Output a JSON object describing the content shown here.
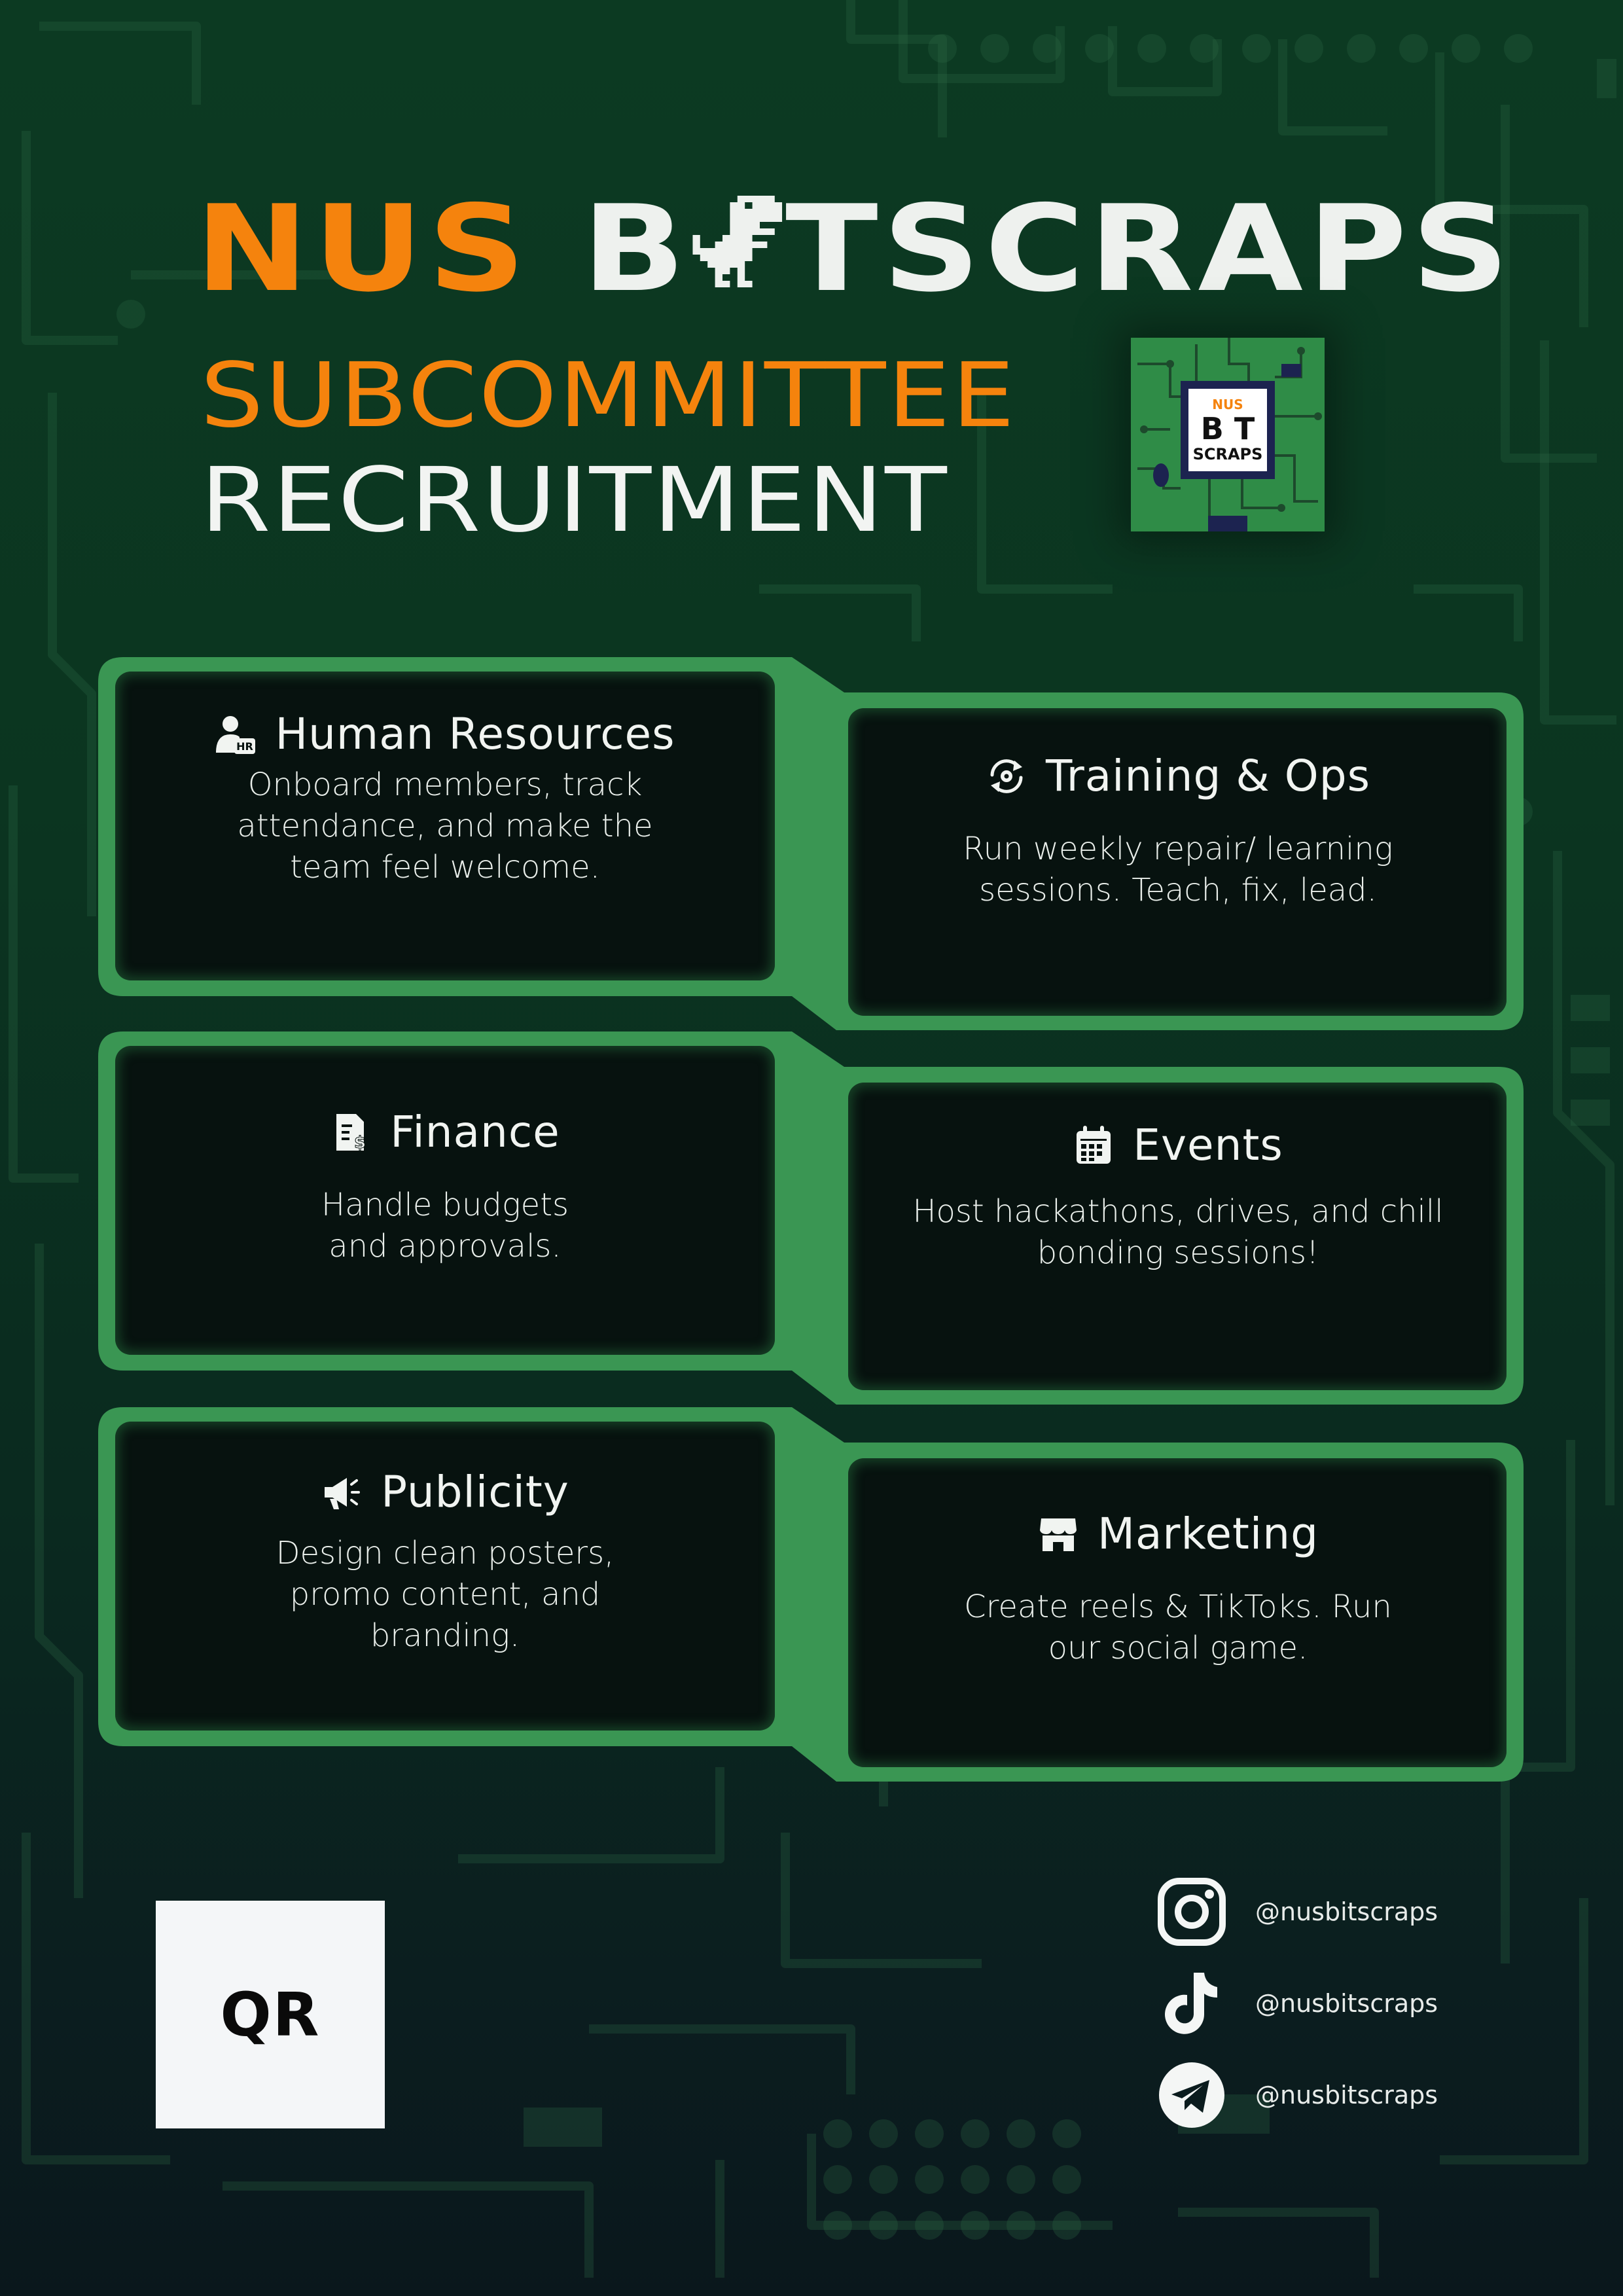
{
  "colors": {
    "accent_orange": "#f5830d",
    "card_green": "#3a9653",
    "card_dark": "#07120f",
    "text_light": "#f1f4f1"
  },
  "header": {
    "title_prefix": "NUS",
    "title_brand_part1": "B",
    "title_brand_icon": "pixel-dino-icon",
    "title_brand_part2": "TSCRAPS",
    "subtitle_line1": "SUBCOMMITTEE",
    "subtitle_line2": "RECRUITMENT"
  },
  "logo": {
    "nus": "NUS",
    "bit": "B T",
    "scraps": "SCRAPS",
    "icon": "circuit-board-logo"
  },
  "cards": [
    {
      "title": "Human Resources",
      "icon": "hr-person-icon",
      "description": "Onboard members, track attendance, and make the team feel welcome."
    },
    {
      "title": "Training & Ops",
      "icon": "refresh-gear-icon",
      "description": "Run weekly repair/ learning sessions. Teach, fix, lead."
    },
    {
      "title": "Finance",
      "icon": "invoice-dollar-icon",
      "description": "Handle budgets and approvals."
    },
    {
      "title": "Events",
      "icon": "calendar-icon",
      "description": "Host hackathons, drives, and chill bonding sessions!"
    },
    {
      "title": "Publicity",
      "icon": "megaphone-icon",
      "description": "Design clean posters, promo content, and branding."
    },
    {
      "title": "Marketing",
      "icon": "storefront-icon",
      "description": "Create reels & TikToks. Run our social game."
    }
  ],
  "footer": {
    "qr_label": "QR",
    "socials": [
      {
        "platform_icon": "instagram-icon",
        "handle": "@nusbitscraps"
      },
      {
        "platform_icon": "tiktok-icon",
        "handle": "@nusbitscraps"
      },
      {
        "platform_icon": "telegram-icon",
        "handle": "@nusbitscraps"
      }
    ]
  }
}
